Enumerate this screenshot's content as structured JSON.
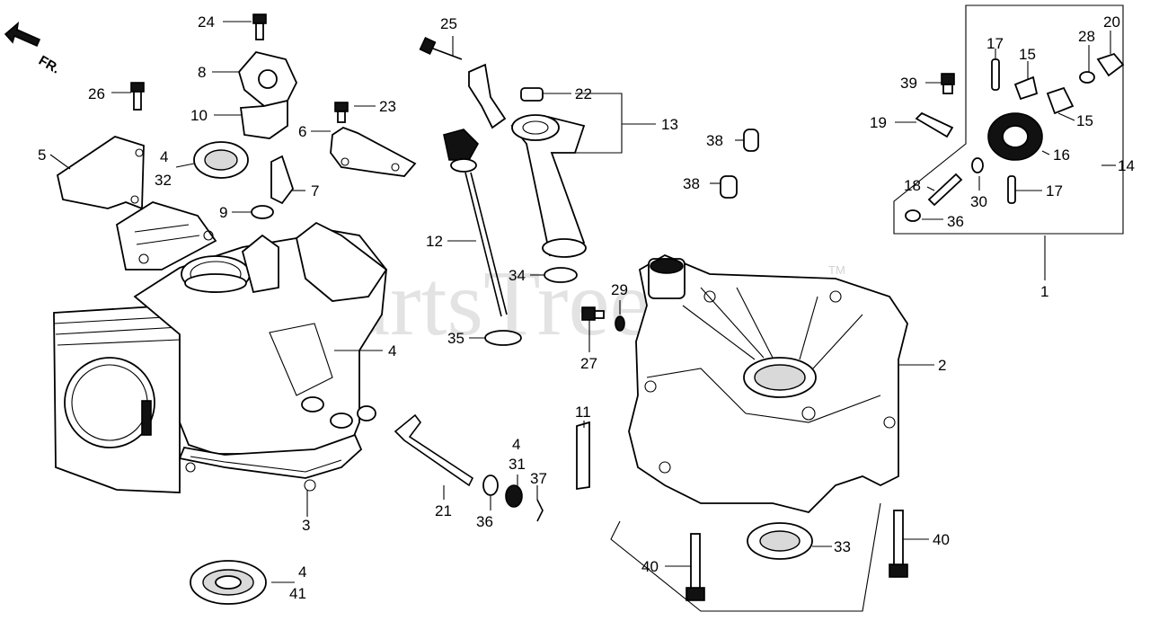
{
  "watermark": {
    "text": "PartsTree",
    "trademark": "TM"
  },
  "direction": {
    "label": "FR."
  },
  "callouts": [
    {
      "id": "c24",
      "text": "24"
    },
    {
      "id": "c8",
      "text": "8"
    },
    {
      "id": "c10",
      "text": "10"
    },
    {
      "id": "c26",
      "text": "26"
    },
    {
      "id": "c23",
      "text": "23"
    },
    {
      "id": "c6",
      "text": "6"
    },
    {
      "id": "c5",
      "text": "5"
    },
    {
      "id": "c4a",
      "text": "4"
    },
    {
      "id": "c32",
      "text": "32"
    },
    {
      "id": "c7",
      "text": "7"
    },
    {
      "id": "c9",
      "text": "9"
    },
    {
      "id": "c4b",
      "text": "4"
    },
    {
      "id": "c3",
      "text": "3"
    },
    {
      "id": "c4c",
      "text": "4"
    },
    {
      "id": "c41",
      "text": "41"
    },
    {
      "id": "c25",
      "text": "25"
    },
    {
      "id": "c22",
      "text": "22"
    },
    {
      "id": "c13",
      "text": "13"
    },
    {
      "id": "c12",
      "text": "12"
    },
    {
      "id": "c34",
      "text": "34"
    },
    {
      "id": "c35",
      "text": "35"
    },
    {
      "id": "c29",
      "text": "29"
    },
    {
      "id": "c27",
      "text": "27"
    },
    {
      "id": "c11",
      "text": "11"
    },
    {
      "id": "c21",
      "text": "21"
    },
    {
      "id": "c4d",
      "text": "4"
    },
    {
      "id": "c31",
      "text": "31"
    },
    {
      "id": "c37",
      "text": "37"
    },
    {
      "id": "c36a",
      "text": "36"
    },
    {
      "id": "c38a",
      "text": "38"
    },
    {
      "id": "c38b",
      "text": "38"
    },
    {
      "id": "c2",
      "text": "2"
    },
    {
      "id": "c40a",
      "text": "40"
    },
    {
      "id": "c40b",
      "text": "40"
    },
    {
      "id": "c33",
      "text": "33"
    },
    {
      "id": "c39",
      "text": "39"
    },
    {
      "id": "c19",
      "text": "19"
    },
    {
      "id": "c17a",
      "text": "17"
    },
    {
      "id": "c15a",
      "text": "15"
    },
    {
      "id": "c28",
      "text": "28"
    },
    {
      "id": "c20",
      "text": "20"
    },
    {
      "id": "c15b",
      "text": "15"
    },
    {
      "id": "c16",
      "text": "16"
    },
    {
      "id": "c14",
      "text": "14"
    },
    {
      "id": "c18",
      "text": "18"
    },
    {
      "id": "c30",
      "text": "30"
    },
    {
      "id": "c17b",
      "text": "17"
    },
    {
      "id": "c36b",
      "text": "36"
    },
    {
      "id": "c1",
      "text": "1"
    }
  ]
}
